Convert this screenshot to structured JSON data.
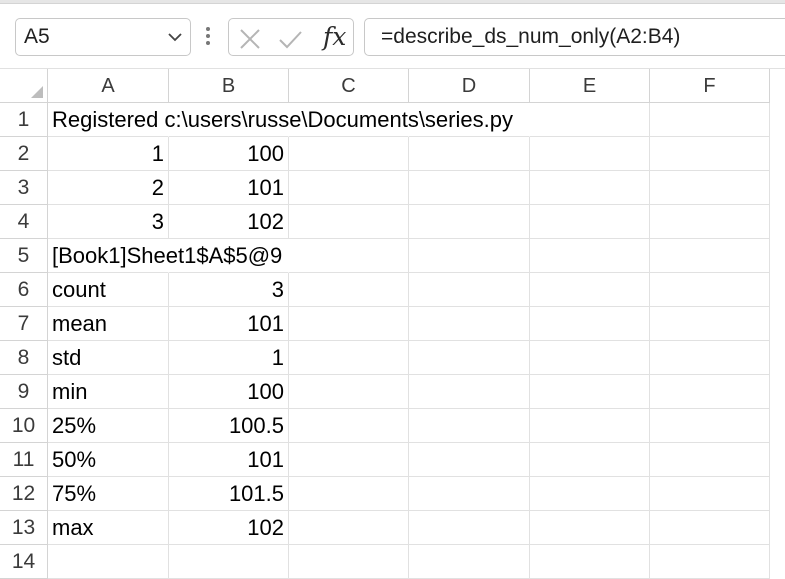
{
  "formula_bar": {
    "name_box_value": "A5",
    "fx_label": "fx",
    "formula": "=describe_ds_num_only(A2:B4)"
  },
  "columns": [
    "A",
    "B",
    "C",
    "D",
    "E",
    "F"
  ],
  "rows": [
    "1",
    "2",
    "3",
    "4",
    "5",
    "6",
    "7",
    "8",
    "9",
    "10",
    "11",
    "12",
    "13",
    "14"
  ],
  "cells": {
    "A1": "Registered c:\\users\\russe\\Documents\\series.py",
    "A2": "1",
    "B2": "100",
    "A3": "2",
    "B3": "101",
    "A4": "3",
    "B4": "102",
    "A5": "[Book1]Sheet1$A$5@9",
    "A6": "count",
    "B6": "3",
    "A7": "mean",
    "B7": "101",
    "A8": "std",
    "B8": "1",
    "A9": "min",
    "B9": "100",
    "A10": "25%",
    "B10": "100.5",
    "A11": "50%",
    "B11": "101",
    "A12": "75%",
    "B12": "101.5",
    "A13": "max",
    "B13": "102"
  }
}
